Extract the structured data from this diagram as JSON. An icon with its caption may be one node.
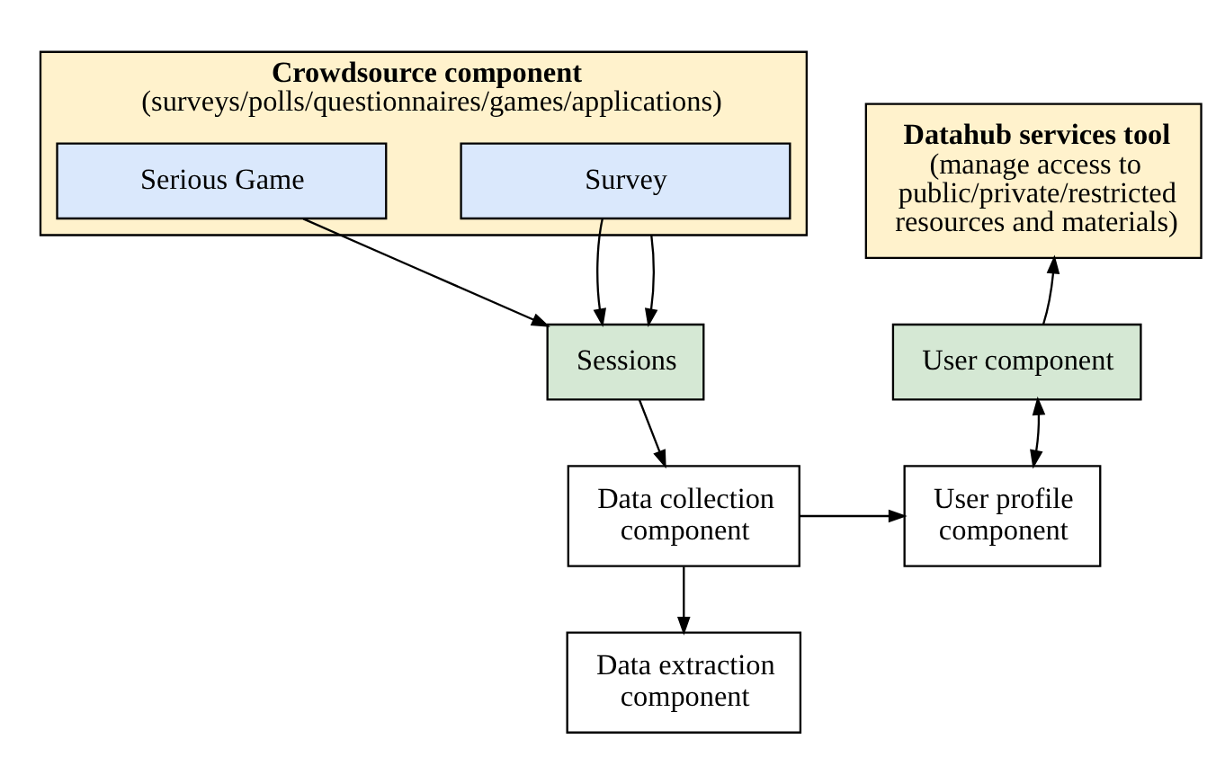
{
  "diagram": {
    "nodes": [
      {
        "text": [
          "Crowdsource component",
          "(surveys/polls/questionnaires/games/applications)"
        ]
      },
      {
        "text": [
          "Survey"
        ],
        "in": 0
      },
      {
        "text": [
          "Serious Game"
        ],
        "in": 0
      },
      {
        "text": [
          "Sessions"
        ]
      },
      {
        "text": [
          "Data collection component"
        ]
      },
      {
        "text": [
          "Data extraction component"
        ]
      },
      {
        "text": [
          "User profile component"
        ]
      },
      {
        "text": [
          "User component"
        ]
      },
      {
        "text": [
          "Datahub services tool",
          "(manage access to public/private/restricted resources and materials)"
        ]
      }
    ],
    "edges": [
      {
        "from": 1,
        "to": 3,
        "arrow": "to"
      },
      {
        "from": 0,
        "to": 3,
        "arrow": "to"
      },
      {
        "from": 2,
        "to": 3,
        "arrow": "to"
      },
      {
        "from": 3,
        "to": 4,
        "arrow": "to"
      },
      {
        "from": 4,
        "to": 5,
        "arrow": "to"
      },
      {
        "from": 4,
        "to": 6,
        "arrow": "to"
      },
      {
        "from": 6,
        "to": 7,
        "arrow": "both"
      },
      {
        "from": 7,
        "to": 8,
        "arrow": "to"
      }
    ]
  }
}
